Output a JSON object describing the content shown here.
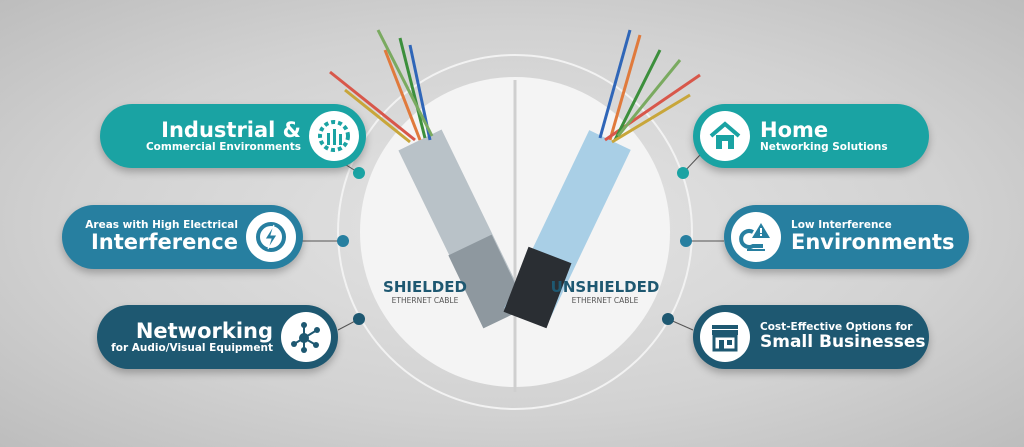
{
  "left": [
    {
      "title": "Industrial &",
      "subtitle": "Commercial Environments",
      "icon": "factory-gear-icon",
      "color": "#1aa3a3"
    },
    {
      "title": "Interference",
      "subtitle": "Areas with High Electrical",
      "icon": "lightning-icon",
      "color": "#277fa0"
    },
    {
      "title": "Networking",
      "subtitle": "for Audio/Visual Equipment",
      "icon": "network-nodes-icon",
      "color": "#1e5871"
    }
  ],
  "right": [
    {
      "title": "Home",
      "subtitle": "Networking Solutions",
      "icon": "house-icon",
      "color": "#1aa3a3"
    },
    {
      "title": "Environments",
      "subtitle": "Low Interference",
      "icon": "warning-signal-icon",
      "color": "#277fa0"
    },
    {
      "title": "Small Businesses",
      "subtitle": "Cost-Effective Options for",
      "icon": "storefront-icon",
      "color": "#1e5871"
    }
  ],
  "center": {
    "shielded": {
      "title": "SHIELDED",
      "subtitle": "ETHERNET CABLE"
    },
    "unshielded": {
      "title": "UNSHIELDED",
      "subtitle": "ETHERNET CABLE"
    }
  }
}
